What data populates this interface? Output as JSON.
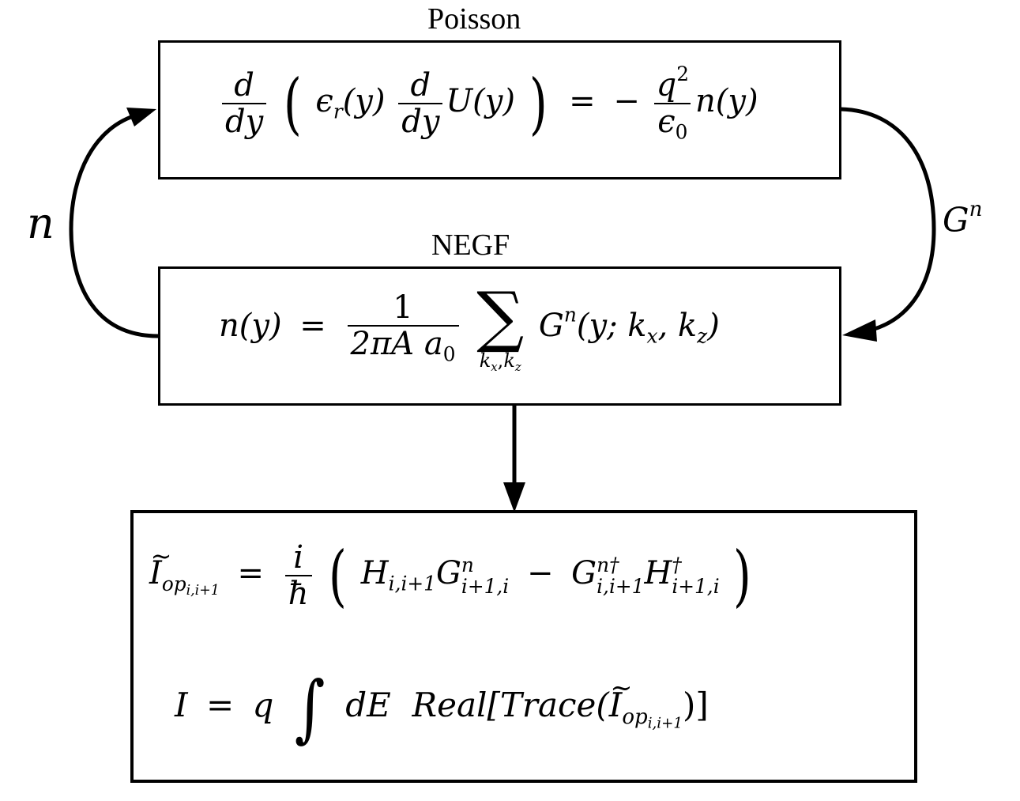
{
  "poisson": {
    "title": "Poisson",
    "eq": {
      "d": "d",
      "dy": "dy",
      "lparen": "(",
      "eps": "ϵ",
      "eps_sub": "r",
      "y_arg": "(y)",
      "d2": "d",
      "dy2": "dy",
      "U": "U(y)",
      "rparen": ")",
      "equals": "=",
      "minus": "−",
      "q": "q",
      "q_exp": "2",
      "eps0": "ϵ",
      "eps0_sub": "0",
      "n": "n(y)"
    }
  },
  "negf": {
    "title": "NEGF",
    "eq": {
      "lhs": "n(y)",
      "equals": "=",
      "num": "1",
      "den_a": "2πA",
      "den_b": "a",
      "den_b_sub": "0",
      "sigma": "∑",
      "sum_lim_k1": "k",
      "sum_lim_k1_sub": "x",
      "sum_lim_comma": ",",
      "sum_lim_k2": "k",
      "sum_lim_k2_sub": "z",
      "G": "G",
      "G_sup": "n",
      "G_args_a": "(y; k",
      "G_args_x": "x",
      "G_args_b": ", k",
      "G_args_z": "z",
      "G_args_c": ")"
    }
  },
  "current": {
    "eq1": {
      "I": "I",
      "I_sub": "op",
      "I_subsub": "i,i+1",
      "equals": "=",
      "frac_num": "i",
      "frac_den": "ħ",
      "lparen": "(",
      "H1": "H",
      "H1_sub": "i,i+1",
      "G1": "G",
      "G1_sup": "n",
      "G1_sub": "i+1,i",
      "minus": "−",
      "G2": "G",
      "G2_sup": "n†",
      "G2_sub": "i,i+1",
      "H2": "H",
      "H2_sup": "†",
      "H2_sub": "i+1,i",
      "rparen": ")"
    },
    "eq2": {
      "I": "I",
      "equals": "=",
      "q": "q",
      "integral": "∫",
      "dE": "dE",
      "real": "Real[Trace(",
      "I_inner": "I",
      "I_inner_sub": "op",
      "I_inner_subsub": "i,i+1",
      "close": ")]"
    }
  },
  "arrows": {
    "left_label": "n",
    "right_label": "G",
    "right_label_sup": "n"
  }
}
